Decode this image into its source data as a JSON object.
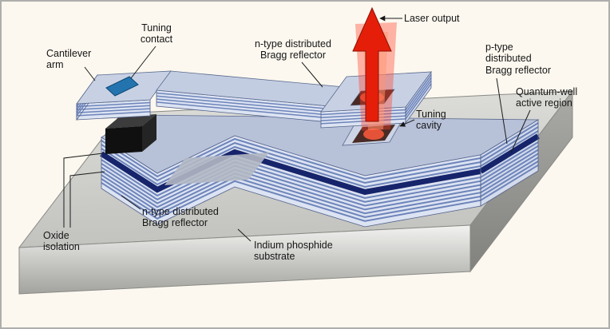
{
  "labels": {
    "laser_output": {
      "text": "Laser output"
    },
    "tuning_contact": {
      "text": "Tuning\ncontact"
    },
    "cantilever_arm": {
      "text": "Cantilever\narm"
    },
    "n_dbr_top": {
      "text": "n-type distributed\nBragg reflector"
    },
    "p_dbr": {
      "text": "p-type\ndistributed\nBragg reflector"
    },
    "quantum_well": {
      "text": "Quantum-well\nactive region"
    },
    "tuning_cavity": {
      "text": "Tuning\ncavity"
    },
    "n_dbr_bottom": {
      "text": "n-type distributed\nBragg reflector"
    },
    "oxide_isolation": {
      "text": "Oxide\nisolation"
    },
    "substrate": {
      "text": "Indium phosphide\nsubstrate"
    }
  },
  "colors": {
    "laser_red": "#e51e0a",
    "beam_glow": "#ff5a3c",
    "contact_blue": "#2374ae",
    "quantum_well_navy": "#16246b",
    "dbr_stripe_blue": "#6d84ba",
    "dbr_stripe_light": "#dce3f2",
    "mesa_top": "#b7c1d8",
    "arm_top": "#c8d1e4",
    "background": "#fcf8ef"
  }
}
